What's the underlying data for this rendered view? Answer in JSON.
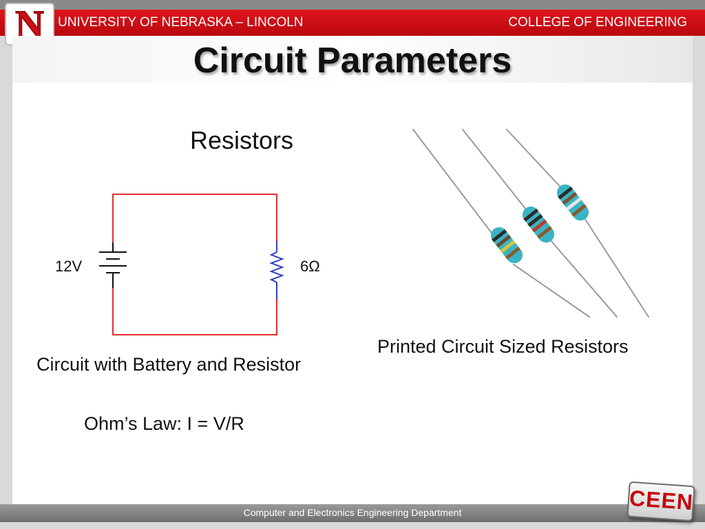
{
  "header": {
    "left_text": "UNIVERSITY OF NEBRASKA – LINCOLN",
    "right_text": "COLLEGE OF ENGINEERING",
    "logo_letter": "N"
  },
  "slide": {
    "title": "Circuit Parameters",
    "subtitle": "Resistors",
    "battery_label": "12V",
    "resistor_label": "6Ω",
    "circuit_caption": "Circuit with Battery and Resistor",
    "photo_caption": "Printed Circuit Sized Resistors",
    "ohms_law": "Ohm’s Law:  I = V/R"
  },
  "footer": {
    "department": "Computer and Electronics Engineering Department",
    "badge": "CEEN"
  },
  "colors": {
    "brand_red": "#d00c14",
    "wire_red": "#e03030",
    "resistor_blue": "#2a3fc0"
  }
}
